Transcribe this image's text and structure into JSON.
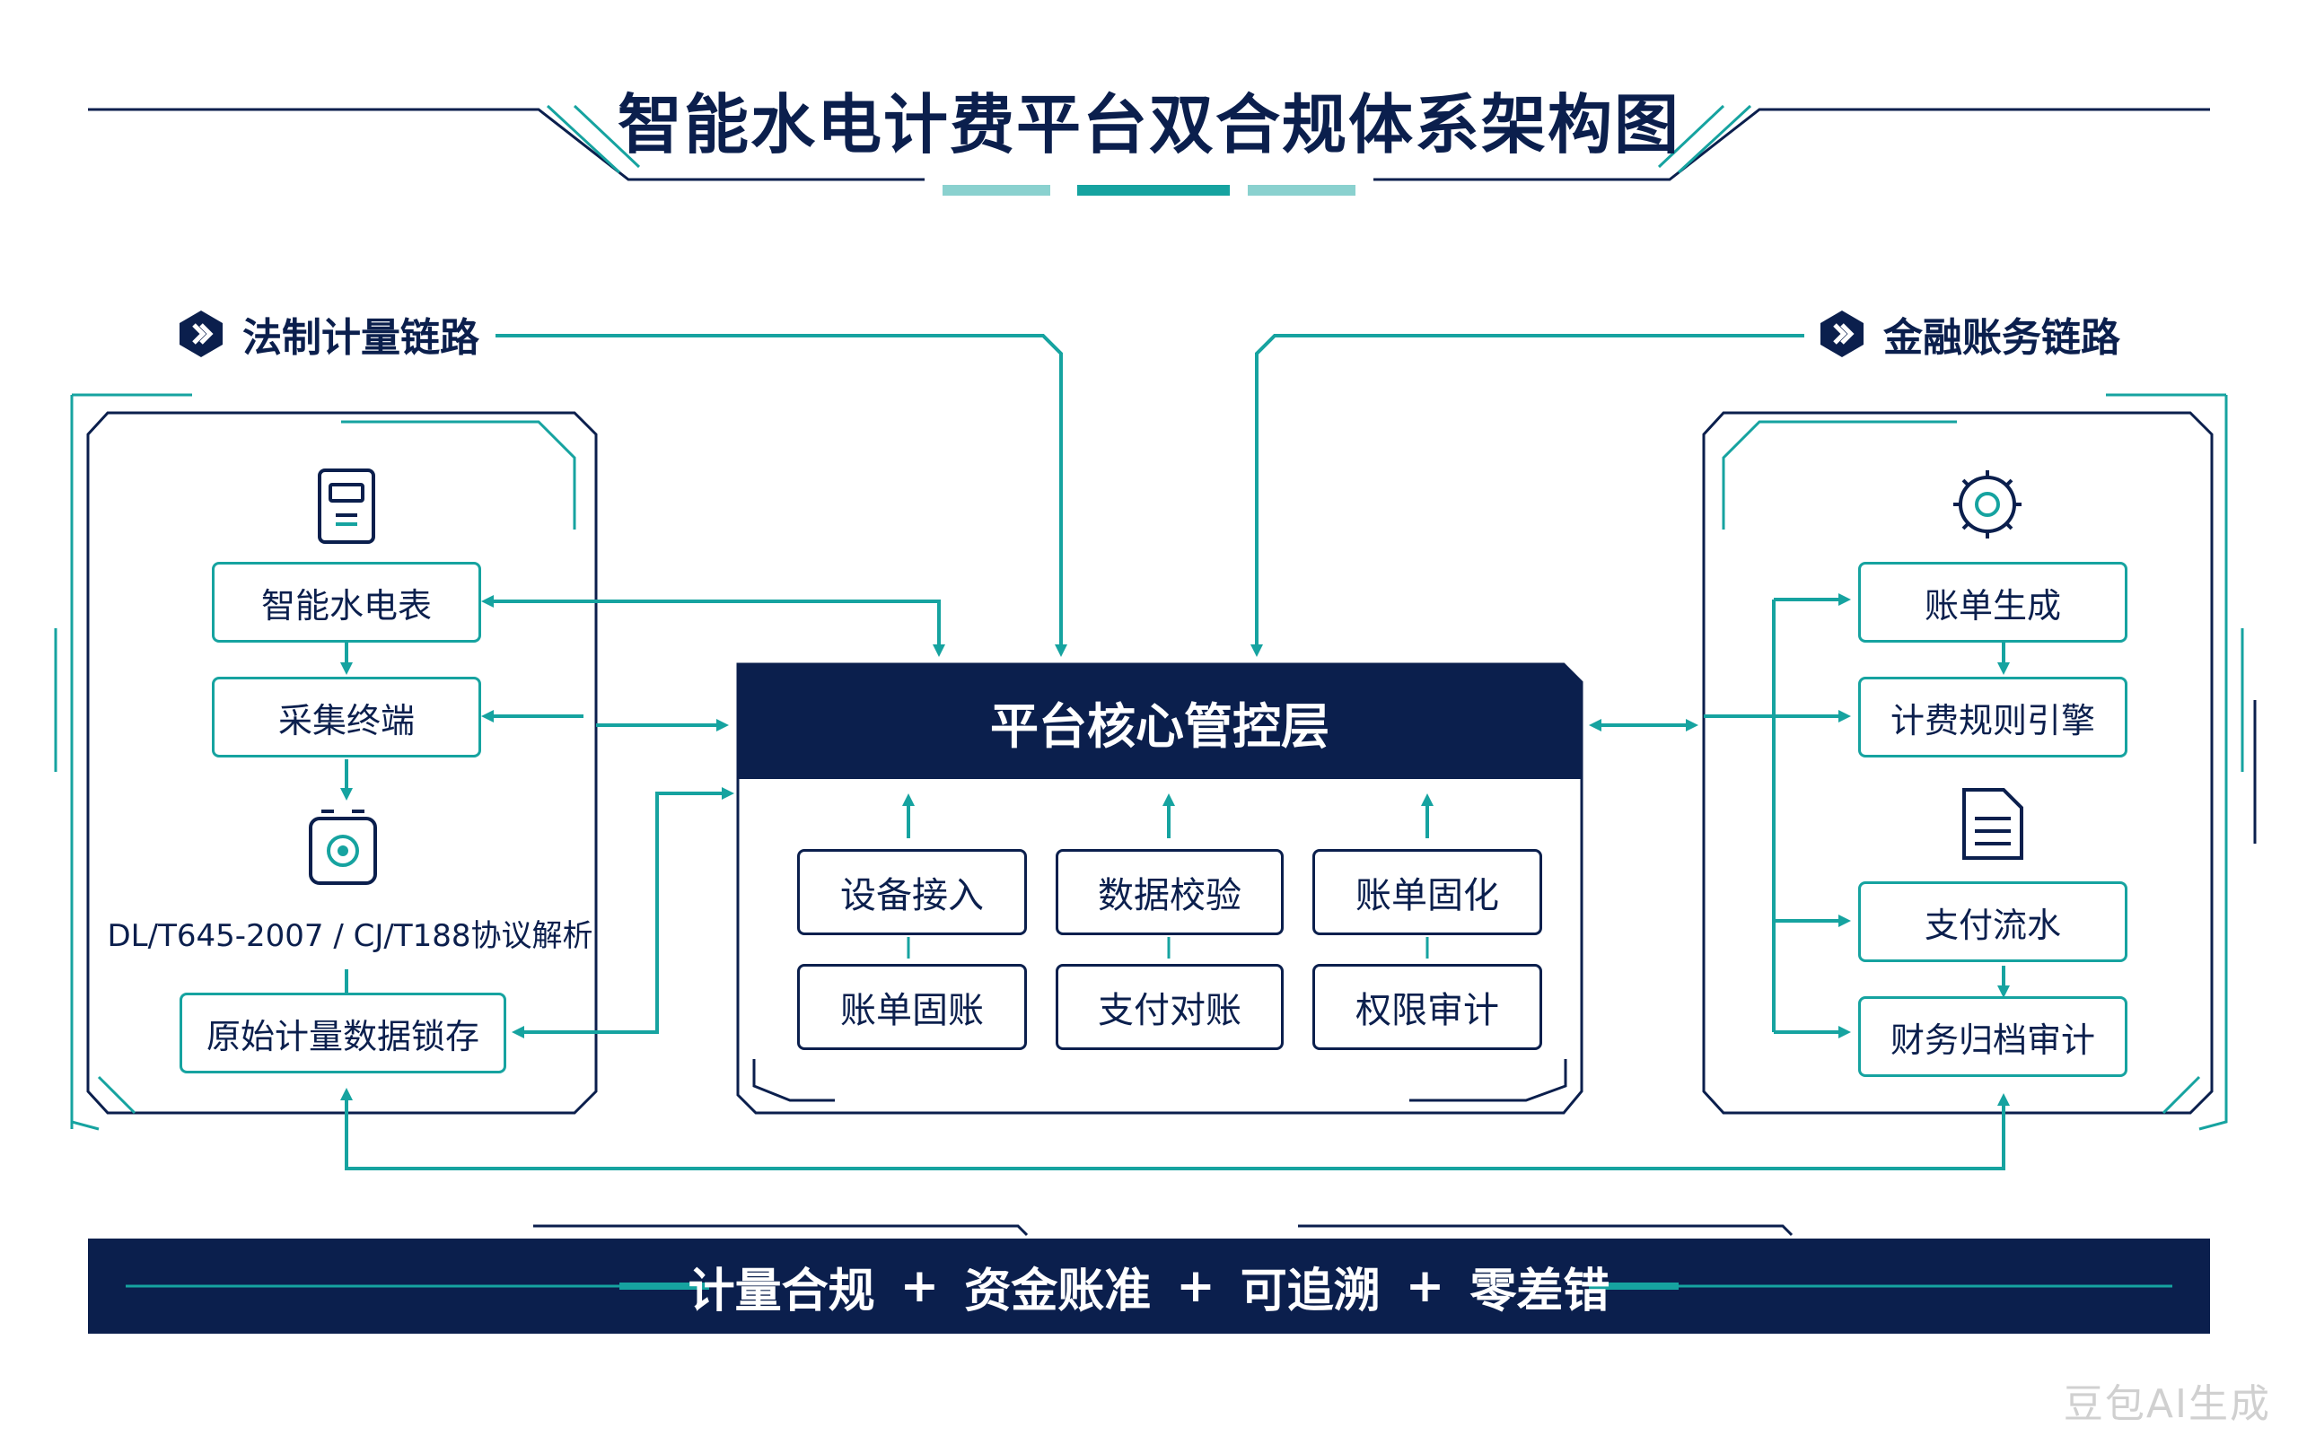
{
  "title": "智能水电计费平台双合规体系架构图",
  "colors": {
    "navy": "#0b1f4d",
    "teal": "#16a3a0",
    "white": "#ffffff"
  },
  "left_section": {
    "label": "法制计量链路",
    "meter_icon": "meter-icon",
    "protocol_icon": "chip-scan-icon",
    "items": [
      "智能水电表",
      "采集终端",
      "原始计量数据锁存"
    ],
    "protocol": "DL/T645-2007 / CJ/T188协议解析"
  },
  "right_section": {
    "label": "金融账务链路",
    "gear_icon": "gear-icon",
    "doc_icon": "document-icon",
    "items": [
      "账单生成",
      "计费规则引擎",
      "支付流水",
      "财务归档审计"
    ]
  },
  "core": {
    "title": "平台核心管控层",
    "modules": [
      "设备接入",
      "数据校验",
      "账单固化",
      "账单固账",
      "支付对账",
      "权限审计"
    ]
  },
  "footer": {
    "parts": [
      "计量合规",
      "资金账准",
      "可追溯",
      "零差错"
    ],
    "separator": "+"
  },
  "watermark": "豆包AI生成"
}
